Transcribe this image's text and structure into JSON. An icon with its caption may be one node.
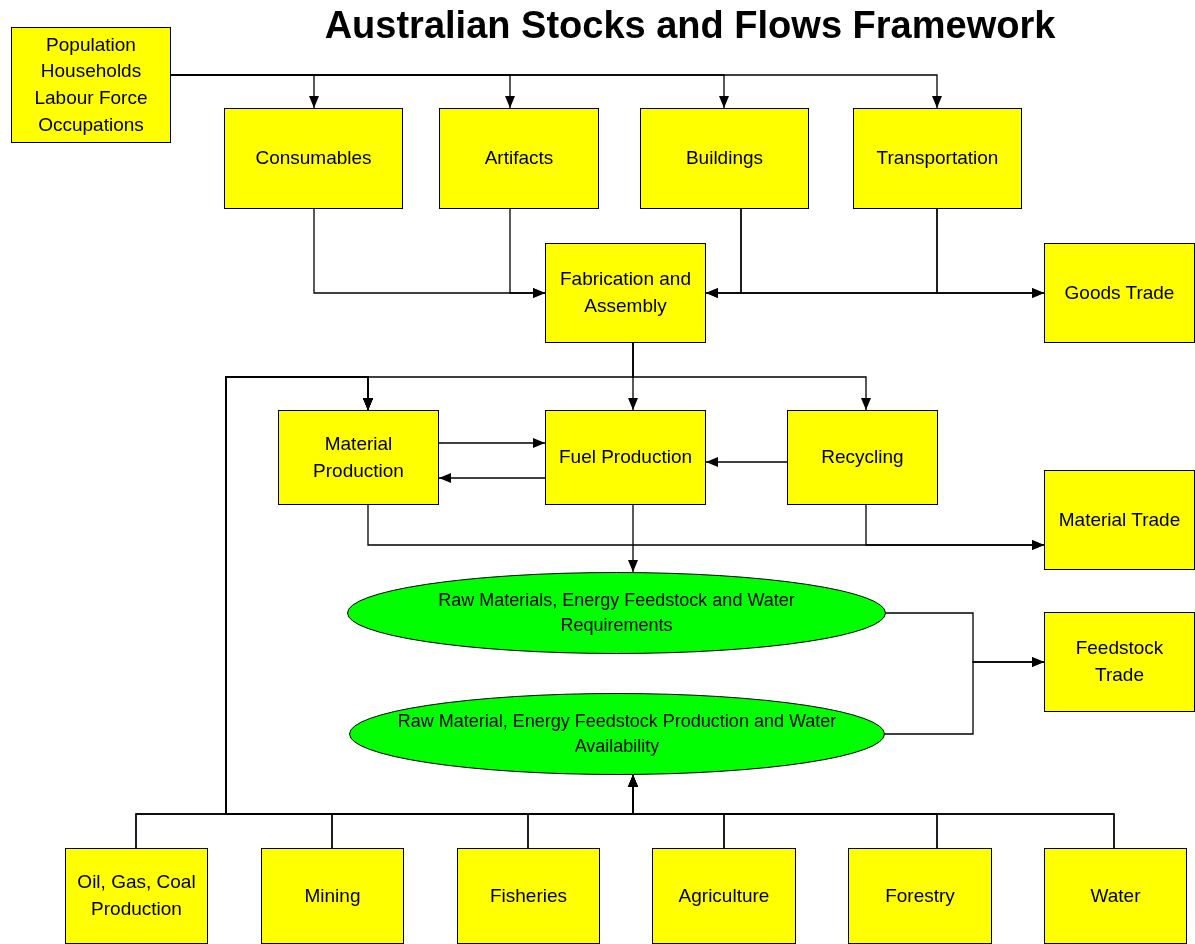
{
  "diagram": {
    "title": "Australian Stocks and Flows Framework",
    "nodes": [
      {
        "text": [
          "Population Households Labour Force Occupations"
        ]
      },
      {
        "text": [
          "Consumables"
        ]
      },
      {
        "text": [
          "Artifacts"
        ]
      },
      {
        "text": [
          "Buildings"
        ]
      },
      {
        "text": [
          "Transportation"
        ]
      },
      {
        "text": [
          "Fabrication and Assembly"
        ]
      },
      {
        "text": [
          "Goods Trade"
        ]
      },
      {
        "text": [
          "Material Production"
        ]
      },
      {
        "text": [
          "Fuel Production"
        ]
      },
      {
        "text": [
          "Recycling"
        ]
      },
      {
        "text": [
          "Material Trade"
        ]
      },
      {
        "text": [
          "Raw Materials, Energy Feedstock and Water Requirements"
        ]
      },
      {
        "text": [
          "Feedstock Trade"
        ]
      },
      {
        "text": [
          "Raw Material, Energy Feedstock Production and Water Availability"
        ]
      },
      {
        "text": [
          "Oil, Gas, Coal Production"
        ]
      },
      {
        "text": [
          "Mining"
        ]
      },
      {
        "text": [
          "Fisheries"
        ]
      },
      {
        "text": [
          "Agriculture"
        ]
      },
      {
        "text": [
          "Forestry"
        ]
      },
      {
        "text": [
          "Water"
        ]
      }
    ],
    "edges": [
      {
        "from": 0,
        "to": 1,
        "arrow": "to"
      },
      {
        "from": 0,
        "to": 2,
        "arrow": "to"
      },
      {
        "from": 0,
        "to": 3,
        "arrow": "to"
      },
      {
        "from": 0,
        "to": 4,
        "arrow": "to"
      },
      {
        "from": 1,
        "to": 5,
        "arrow": "to"
      },
      {
        "from": 2,
        "to": 5,
        "arrow": "to"
      },
      {
        "from": 3,
        "to": 5,
        "arrow": "to"
      },
      {
        "from": 4,
        "to": 5,
        "arrow": "to"
      },
      {
        "from": 3,
        "to": 6,
        "arrow": "to"
      },
      {
        "from": 4,
        "to": 6,
        "arrow": "to"
      },
      {
        "from": 5,
        "to": 8,
        "arrow": "to"
      },
      {
        "from": 5,
        "to": 7,
        "arrow": "to"
      },
      {
        "from": 5,
        "to": 9,
        "arrow": "to"
      },
      {
        "from": 7,
        "to": 8,
        "arrow": "to"
      },
      {
        "from": 8,
        "to": 7,
        "arrow": "to"
      },
      {
        "from": 9,
        "to": 8,
        "arrow": "to"
      },
      {
        "from": 7,
        "to": 10,
        "arrow": "to"
      },
      {
        "from": 9,
        "to": 10,
        "arrow": "to"
      },
      {
        "from": 8,
        "to": 11,
        "arrow": "to"
      },
      {
        "from": 11,
        "to": 12,
        "arrow": "to"
      },
      {
        "from": 13,
        "to": 12,
        "arrow": "to"
      },
      {
        "from": 14,
        "to": 13,
        "arrow": "to"
      },
      {
        "from": 15,
        "to": 13,
        "arrow": "to"
      },
      {
        "from": 16,
        "to": 13,
        "arrow": "to"
      },
      {
        "from": 17,
        "to": 13,
        "arrow": "to"
      },
      {
        "from": 18,
        "to": 13,
        "arrow": "to"
      },
      {
        "from": 19,
        "to": 13,
        "arrow": "to"
      },
      {
        "from": 14,
        "to": 7,
        "arrow": "to"
      },
      {
        "from": 15,
        "to": 7,
        "arrow": "to"
      },
      {
        "from": 16,
        "to": 7,
        "arrow": "to"
      },
      {
        "from": 17,
        "to": 7,
        "arrow": "to"
      },
      {
        "from": 18,
        "to": 7,
        "arrow": "to"
      },
      {
        "from": 19,
        "to": 7,
        "arrow": "to"
      }
    ]
  }
}
